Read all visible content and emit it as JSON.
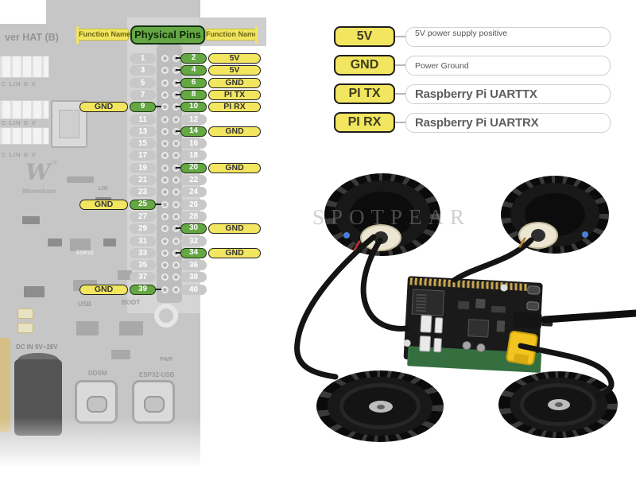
{
  "pin_table": {
    "header_left": "Function Name",
    "header_center": "Physical Pins",
    "header_right": "Function Name",
    "rows": [
      {
        "left_label": "",
        "left_pin": "1",
        "left_active": false,
        "right_pin": "2",
        "right_active": true,
        "right_label": "5V"
      },
      {
        "left_label": "",
        "left_pin": "3",
        "left_active": false,
        "right_pin": "4",
        "right_active": true,
        "right_label": "5V"
      },
      {
        "left_label": "",
        "left_pin": "5",
        "left_active": false,
        "right_pin": "6",
        "right_active": true,
        "right_label": "GND"
      },
      {
        "left_label": "",
        "left_pin": "7",
        "left_active": false,
        "right_pin": "8",
        "right_active": true,
        "right_label": "PI TX"
      },
      {
        "left_label": "GND",
        "left_pin": "9",
        "left_active": true,
        "right_pin": "10",
        "right_active": true,
        "right_label": "PI RX"
      },
      {
        "left_label": "",
        "left_pin": "11",
        "left_active": false,
        "right_pin": "12",
        "right_active": false,
        "right_label": ""
      },
      {
        "left_label": "",
        "left_pin": "13",
        "left_active": false,
        "right_pin": "14",
        "right_active": true,
        "right_label": "GND"
      },
      {
        "left_label": "",
        "left_pin": "15",
        "left_active": false,
        "right_pin": "16",
        "right_active": false,
        "right_label": ""
      },
      {
        "left_label": "",
        "left_pin": "17",
        "left_active": false,
        "right_pin": "18",
        "right_active": false,
        "right_label": ""
      },
      {
        "left_label": "",
        "left_pin": "19",
        "left_active": false,
        "right_pin": "20",
        "right_active": true,
        "right_label": "GND"
      },
      {
        "left_label": "",
        "left_pin": "21",
        "left_active": false,
        "right_pin": "22",
        "right_active": false,
        "right_label": ""
      },
      {
        "left_label": "",
        "left_pin": "23",
        "left_active": false,
        "right_pin": "24",
        "right_active": false,
        "right_label": ""
      },
      {
        "left_label": "GND",
        "left_pin": "25",
        "left_active": true,
        "right_pin": "26",
        "right_active": false,
        "right_label": ""
      },
      {
        "left_label": "",
        "left_pin": "27",
        "left_active": false,
        "right_pin": "28",
        "right_active": false,
        "right_label": ""
      },
      {
        "left_label": "",
        "left_pin": "29",
        "left_active": false,
        "right_pin": "30",
        "right_active": true,
        "right_label": "GND"
      },
      {
        "left_label": "",
        "left_pin": "31",
        "left_active": false,
        "right_pin": "32",
        "right_active": false,
        "right_label": ""
      },
      {
        "left_label": "",
        "left_pin": "33",
        "left_active": false,
        "right_pin": "34",
        "right_active": true,
        "right_label": "GND"
      },
      {
        "left_label": "",
        "left_pin": "35",
        "left_active": false,
        "right_pin": "36",
        "right_active": false,
        "right_label": ""
      },
      {
        "left_label": "",
        "left_pin": "37",
        "left_active": false,
        "right_pin": "38",
        "right_active": false,
        "right_label": ""
      },
      {
        "left_label": "GND",
        "left_pin": "39",
        "left_active": true,
        "right_pin": "40",
        "right_active": false,
        "right_label": ""
      }
    ]
  },
  "legend": {
    "items": [
      {
        "badge": "5V",
        "description": "5V power supply positive"
      },
      {
        "badge": "GND",
        "description": "Power Ground"
      },
      {
        "badge": "PI TX",
        "description": "Raspberry Pi UARTTX"
      },
      {
        "badge": "PI RX",
        "description": "Raspberry Pi UARTRX"
      }
    ]
  },
  "board": {
    "title": "ver HAT (B)",
    "brand": "Waveshare",
    "connector_labels": [
      "C LIN G V",
      "C LIN G V",
      "C LIN G V"
    ],
    "labels": {
      "lin": "LIN",
      "esp32": "ESP32",
      "usb": "USB",
      "boot": "BOOT",
      "dc_in": "DC IN 9V~28V",
      "ddsm": "DDSM",
      "esp32_usb": "ESP32-USB",
      "pwr": "PWR"
    }
  },
  "photo": {
    "watermark": "SPOTPEAR"
  },
  "colors": {
    "label_yellow": "#f2e55f",
    "pin_green": "#64a743",
    "pin_gray": "#c8c8c8",
    "outline": "#1d1d1d"
  }
}
